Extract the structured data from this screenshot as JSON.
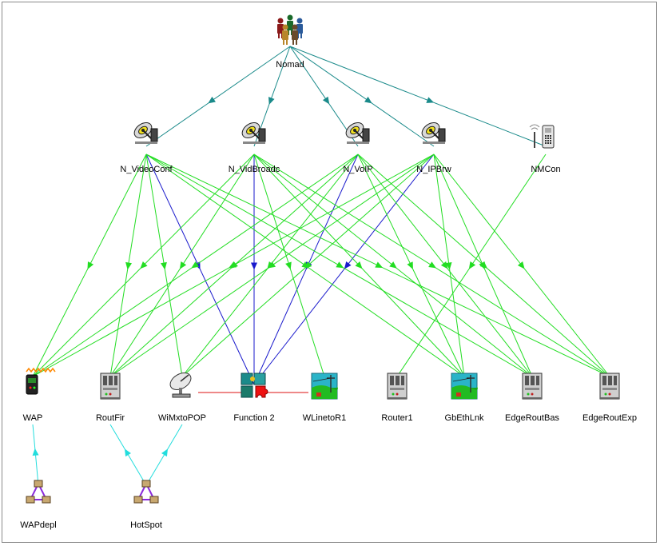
{
  "nodes": {
    "nomad": {
      "label": "Nomad",
      "icon": "people-group-icon"
    },
    "n_videoconf": {
      "label": "N_VideoConf",
      "icon": "satellite-dish-service-icon"
    },
    "n_vidbroadc": {
      "label": "N_VidBroadc",
      "icon": "satellite-dish-service-icon"
    },
    "n_voip": {
      "label": "N_VoIP",
      "icon": "satellite-dish-service-icon"
    },
    "n_ipbrw": {
      "label": "N_IPBrw",
      "icon": "satellite-dish-service-icon"
    },
    "nmcon": {
      "label": "NMCon",
      "icon": "phone-antenna-icon"
    },
    "wap": {
      "label": "WAP",
      "icon": "wireless-access-point-icon"
    },
    "routfir": {
      "label": "RoutFir",
      "icon": "router-rack-icon"
    },
    "wimxtopop": {
      "label": "WiMxtoPOP",
      "icon": "satellite-dish-icon"
    },
    "function2": {
      "label": "Function 2",
      "icon": "puzzle-pieces-icon"
    },
    "wlinetor1": {
      "label": "WLinetoR1",
      "icon": "landscape-powerline-icon"
    },
    "router1": {
      "label": "Router1",
      "icon": "router-rack-icon"
    },
    "gbethlnk": {
      "label": "GbEthLnk",
      "icon": "landscape-powerline-icon"
    },
    "edgeroutbas": {
      "label": "EdgeRoutBas",
      "icon": "router-rack-icon"
    },
    "edgeroutexp": {
      "label": "EdgeRoutExp",
      "icon": "router-rack-icon"
    },
    "wapdepl": {
      "label": "WAPdepl",
      "icon": "network-triangle-icon"
    },
    "hotspot": {
      "label": "HotSpot",
      "icon": "network-triangle-icon"
    }
  },
  "edges": [
    {
      "from": "nomad",
      "to": "n_videoconf",
      "kind": "teal"
    },
    {
      "from": "nomad",
      "to": "n_vidbroadc",
      "kind": "teal"
    },
    {
      "from": "nomad",
      "to": "n_voip",
      "kind": "teal"
    },
    {
      "from": "nomad",
      "to": "n_ipbrw",
      "kind": "teal"
    },
    {
      "from": "nomad",
      "to": "nmcon",
      "kind": "teal"
    },
    {
      "from": "n_videoconf",
      "to": "function2",
      "kind": "blue"
    },
    {
      "from": "n_vidbroadc",
      "to": "function2",
      "kind": "blue"
    },
    {
      "from": "n_voip",
      "to": "function2",
      "kind": "blue"
    },
    {
      "from": "n_ipbrw",
      "to": "function2",
      "kind": "blue"
    },
    {
      "from": "n_videoconf",
      "to": "wap",
      "kind": "green"
    },
    {
      "from": "n_videoconf",
      "to": "routfir",
      "kind": "green"
    },
    {
      "from": "n_videoconf",
      "to": "wimxtopop",
      "kind": "green"
    },
    {
      "from": "n_videoconf",
      "to": "gbethlnk",
      "kind": "green"
    },
    {
      "from": "n_videoconf",
      "to": "edgeroutbas",
      "kind": "green"
    },
    {
      "from": "n_videoconf",
      "to": "edgeroutexp",
      "kind": "green"
    },
    {
      "from": "n_vidbroadc",
      "to": "wap",
      "kind": "green"
    },
    {
      "from": "n_vidbroadc",
      "to": "routfir",
      "kind": "green"
    },
    {
      "from": "n_vidbroadc",
      "to": "wlinetor1",
      "kind": "green"
    },
    {
      "from": "n_vidbroadc",
      "to": "gbethlnk",
      "kind": "green"
    },
    {
      "from": "n_vidbroadc",
      "to": "edgeroutbas",
      "kind": "green"
    },
    {
      "from": "n_vidbroadc",
      "to": "edgeroutexp",
      "kind": "green"
    },
    {
      "from": "n_voip",
      "to": "wap",
      "kind": "green"
    },
    {
      "from": "n_voip",
      "to": "routfir",
      "kind": "green"
    },
    {
      "from": "n_voip",
      "to": "wimxtopop",
      "kind": "green"
    },
    {
      "from": "n_voip",
      "to": "gbethlnk",
      "kind": "green"
    },
    {
      "from": "n_voip",
      "to": "edgeroutbas",
      "kind": "green"
    },
    {
      "from": "n_voip",
      "to": "edgeroutexp",
      "kind": "green"
    },
    {
      "from": "n_ipbrw",
      "to": "wap",
      "kind": "green"
    },
    {
      "from": "n_ipbrw",
      "to": "routfir",
      "kind": "green"
    },
    {
      "from": "n_ipbrw",
      "to": "wimxtopop",
      "kind": "green"
    },
    {
      "from": "n_ipbrw",
      "to": "gbethlnk",
      "kind": "green"
    },
    {
      "from": "n_ipbrw",
      "to": "edgeroutbas",
      "kind": "green"
    },
    {
      "from": "n_ipbrw",
      "to": "edgeroutexp",
      "kind": "green"
    },
    {
      "from": "nmcon",
      "to": "router1",
      "kind": "green"
    },
    {
      "from": "wimxtopop",
      "to": "function2",
      "kind": "red"
    },
    {
      "from": "wlinetor1",
      "to": "function2",
      "kind": "red"
    },
    {
      "from": "wapdepl",
      "to": "wap",
      "kind": "cyan"
    },
    {
      "from": "hotspot",
      "to": "routfir",
      "kind": "cyan"
    },
    {
      "from": "hotspot",
      "to": "wimxtopop",
      "kind": "cyan"
    }
  ],
  "colors": {
    "teal": "#1a8a8a",
    "blue": "#1a1acc",
    "green": "#22dd22",
    "red": "#dd1111",
    "cyan": "#22dddd"
  }
}
